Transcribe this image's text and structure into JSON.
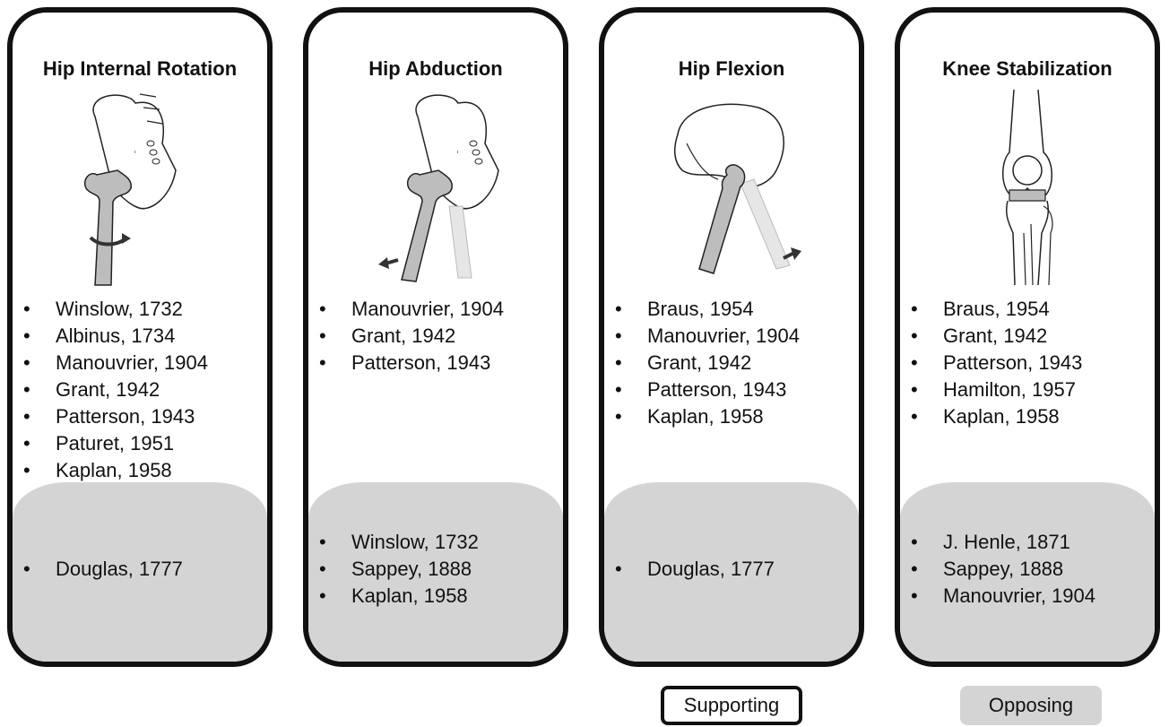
{
  "panels": [
    {
      "title": "Hip Internal Rotation",
      "icon": "hip-internal-rotation-illustration",
      "supporting": [
        "Winslow, 1732",
        "Albinus, 1734",
        "Manouvrier, 1904",
        "Grant, 1942",
        "Patterson, 1943",
        "Paturet, 1951",
        "Kaplan, 1958"
      ],
      "opposing": [
        "Douglas, 1777"
      ]
    },
    {
      "title": "Hip Abduction",
      "icon": "hip-abduction-illustration",
      "supporting": [
        "Manouvrier, 1904",
        "Grant, 1942",
        "Patterson, 1943"
      ],
      "opposing": [
        "Winslow, 1732",
        "Sappey, 1888",
        "Kaplan, 1958"
      ]
    },
    {
      "title": "Hip Flexion",
      "icon": "hip-flexion-illustration",
      "supporting": [
        "Braus, 1954",
        "Manouvrier, 1904",
        "Grant, 1942",
        "Patterson, 1943",
        "Kaplan, 1958"
      ],
      "opposing": [
        "Douglas, 1777"
      ]
    },
    {
      "title": "Knee Stabilization",
      "icon": "knee-stabilization-illustration",
      "supporting": [
        "Braus, 1954",
        "Grant, 1942",
        "Patterson, 1943",
        "Hamilton, 1957",
        "Kaplan, 1958"
      ],
      "opposing": [
        "J. Henle, 1871",
        "Sappey, 1888",
        "Manouvrier, 1904"
      ]
    }
  ],
  "legend": {
    "supporting_label": "Supporting",
    "opposing_label": "Opposing"
  },
  "colors": {
    "border": "#111111",
    "opposing_fill": "#d4d4d4",
    "bone_fill": "#bdbdbd"
  }
}
